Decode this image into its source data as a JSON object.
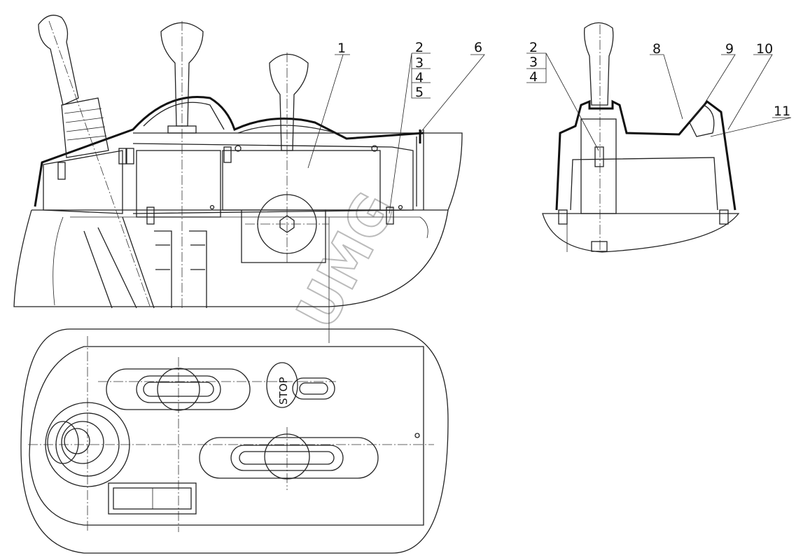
{
  "watermark": "UMG",
  "side_view": {
    "callouts": {
      "c1": "1",
      "c2": "2",
      "c3": "3",
      "c4": "4",
      "c5": "5",
      "c6": "6"
    }
  },
  "end_view": {
    "callouts": {
      "c2": "2",
      "c3": "3",
      "c4": "4",
      "c8": "8",
      "c9": "9",
      "c10": "10",
      "c11": "11"
    }
  },
  "plan_view": {
    "stop_label": "STOP"
  }
}
